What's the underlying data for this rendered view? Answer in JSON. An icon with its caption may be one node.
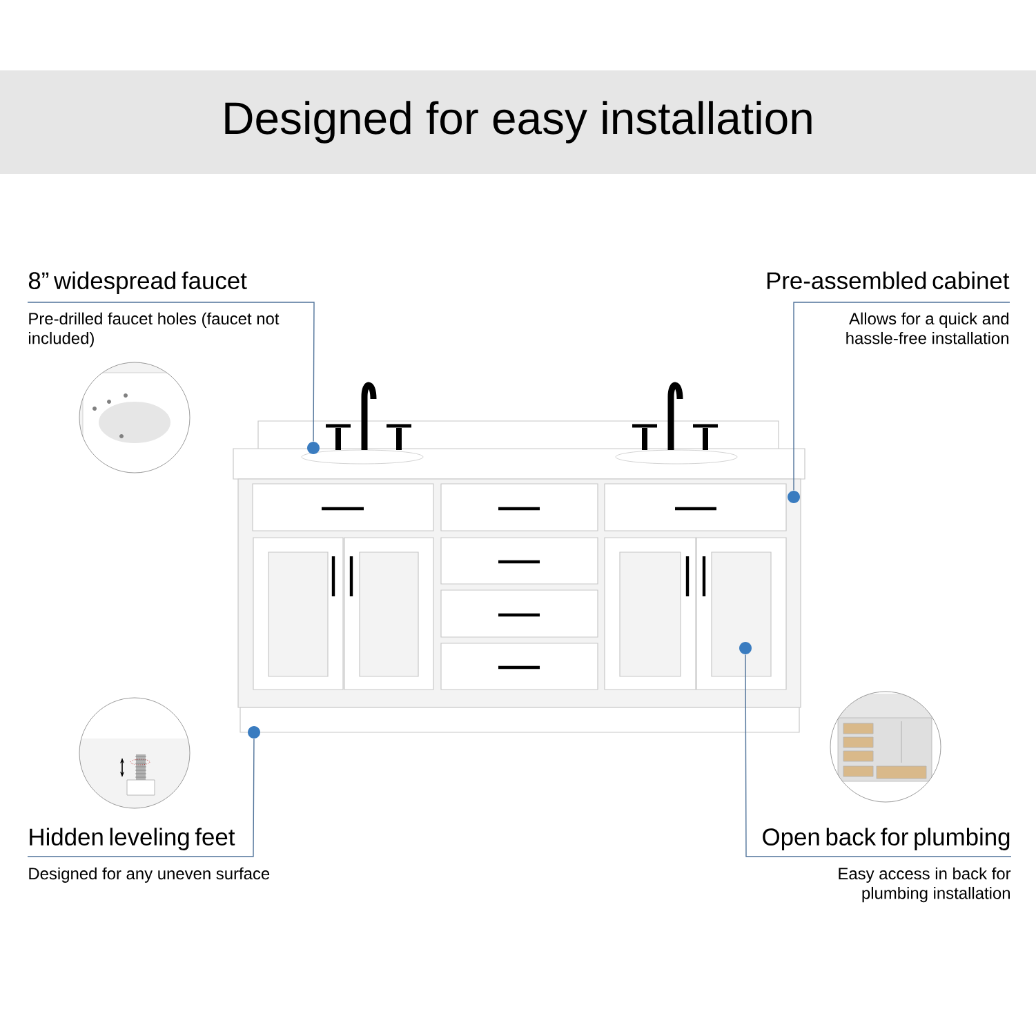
{
  "diagram": {
    "title": "Designed for easy installation",
    "nodes": [
      {
        "text": [
          "8” widespread faucet",
          "Pre-drilled faucet holes (faucet not included)"
        ]
      },
      {
        "text": [
          "Pre-assembled cabinet",
          "Allows for a quick and hassle-free installation"
        ]
      },
      {
        "text": [
          "Hidden leveling feet",
          "Designed for any uneven surface"
        ]
      },
      {
        "text": [
          "Open back for plumbing",
          "Easy access in back for plumbing installation"
        ]
      },
      {
        "text": [],
        "shape": "circle"
      },
      {
        "text": [],
        "shape": "circle"
      },
      {
        "text": [],
        "shape": "circle"
      },
      {
        "text": [],
        "shape": "circle"
      }
    ],
    "edges": [
      {
        "from": 0,
        "to": 5,
        "arrow": "none"
      },
      {
        "from": 1,
        "to": 7,
        "arrow": "none"
      },
      {
        "from": 2,
        "to": 4,
        "arrow": "none"
      },
      {
        "from": 3,
        "to": 6,
        "arrow": "none"
      }
    ]
  }
}
